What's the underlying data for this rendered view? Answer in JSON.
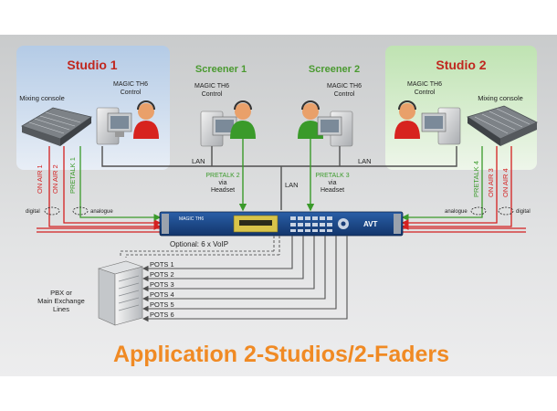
{
  "studios": [
    {
      "title": "Studio 1",
      "mixing_label": "Mixing console",
      "control_label": "MAGIC TH6\nControl"
    },
    {
      "title": "Studio 2",
      "mixing_label": "Mixing console",
      "control_label": "MAGIC TH6\nControl"
    }
  ],
  "screeners": [
    {
      "title": "Screener 1",
      "control_label": "MAGIC TH6\nControl"
    },
    {
      "title": "Screener 2",
      "control_label": "MAGIC TH6\nControl"
    }
  ],
  "lan_label": "LAN",
  "studio1_lines": [
    "ON AIR 1",
    "ON AIR 2",
    "PRETALK 1"
  ],
  "studio2_lines": [
    "PRETALK 4",
    "ON AIR 3",
    "ON AIR 4"
  ],
  "pretalk2": "PRETALK 2\nvia\nHeadset",
  "pretalk3": "PRETALK 3\nvia\nHeadset",
  "digital_label": "digital",
  "analogue_label": "analogue",
  "device": {
    "model": "MAGIC TH6",
    "brand": "AVT"
  },
  "voip_label": "Optional: 6 x VoIP",
  "pots": [
    "POTS 1",
    "POTS 2",
    "POTS 3",
    "POTS 4",
    "POTS 5",
    "POTS 6"
  ],
  "pbx_label": "PBX or\nMain Exchange\nLines",
  "headline": "Application 2-Studios/2-Faders",
  "colors": {
    "studio_title": "#c0271f",
    "screener_title": "#4a9a30",
    "headline": "#f08a24",
    "on_air": "#d42020",
    "pretalk": "#3a9a2a",
    "lan": "#505050"
  }
}
